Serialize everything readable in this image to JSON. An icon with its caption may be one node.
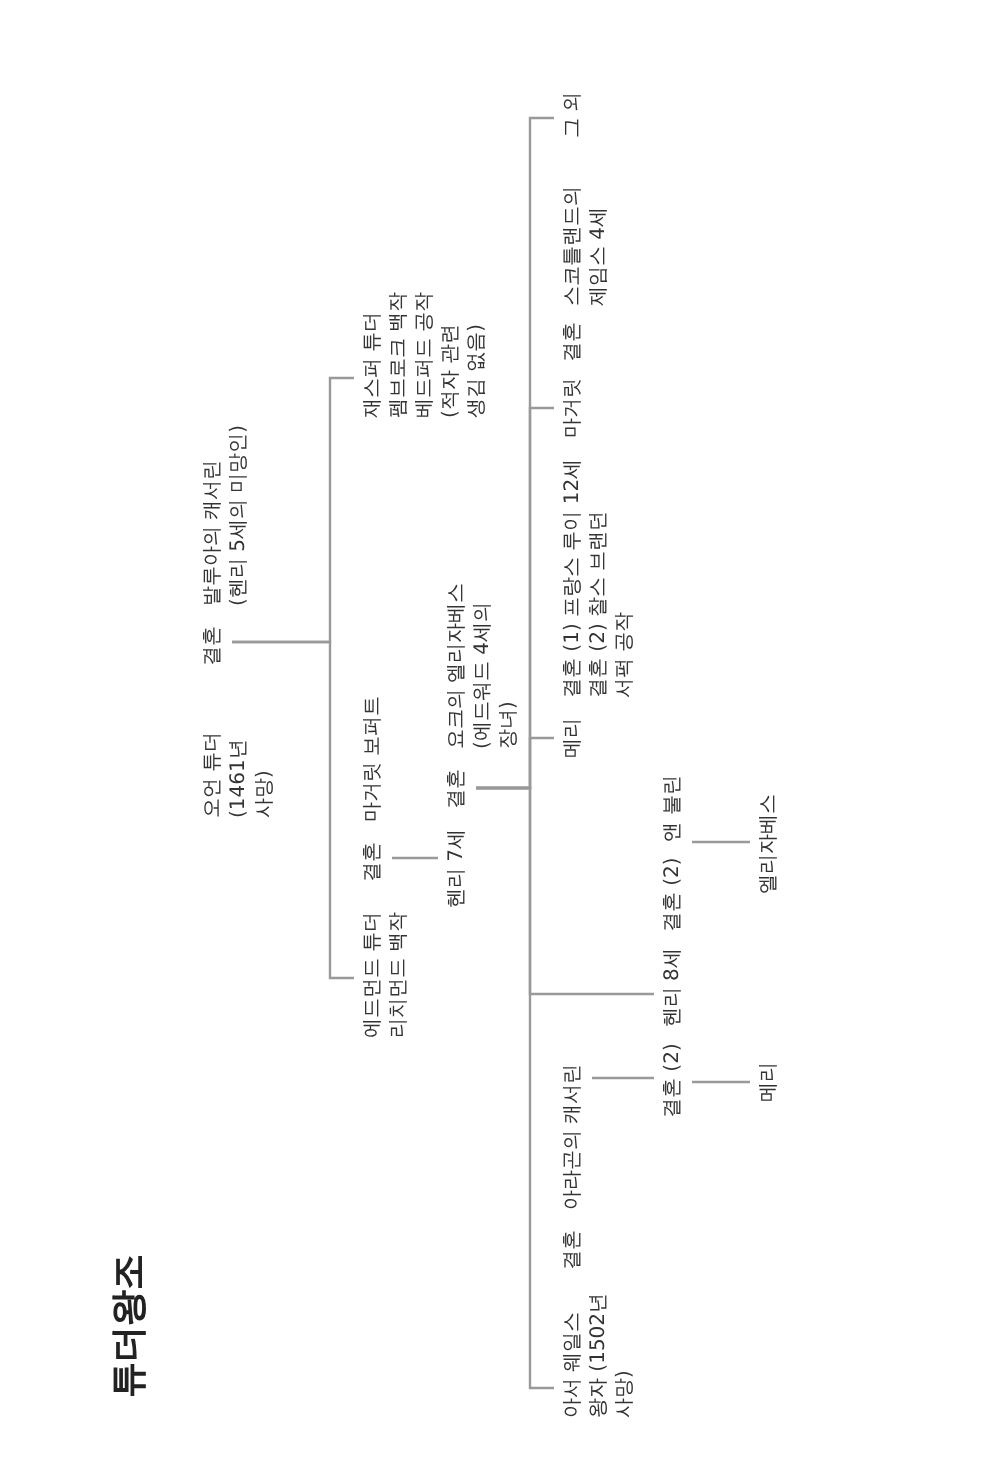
{
  "diagram": {
    "title": "튜더왕조",
    "nodes": [
      {
        "text": [
          "오언 튜더 (1461년 사망)",
          "결혼",
          "발루아의 캐서린 (헨리 5세의 미망인)"
        ]
      },
      {
        "text": [
          "에드먼드 튜더 리치먼드 백작",
          "결혼",
          "마거릿 보퍼트"
        ]
      },
      {
        "text": [
          "재스퍼 튜더 펨브로크 백작 베드퍼드 공작 (적자 관련 생김 없음)"
        ]
      },
      {
        "text": [
          "헨리 7세",
          "결혼",
          "요크의 엘리자베스 (에드워드 4세의 장녀)"
        ]
      },
      {
        "text": [
          "아서 웨일스 왕자 (1502년 사망)",
          "결혼",
          "아라곤의 캐서린"
        ]
      },
      {
        "text": [
          "결혼 (2)",
          "헨리 8세",
          "결혼 (2)",
          "앤 불린"
        ]
      },
      {
        "text": [
          "메리",
          "결혼 (1) 프랑스 루이 12세",
          "결혼 (2) 찰스 브랜던 서퍽 공작"
        ]
      },
      {
        "text": [
          "마거릿",
          "결혼",
          "스코틀랜드의 제임스 4세"
        ]
      },
      {
        "text": [
          "그 외"
        ]
      },
      {
        "text": [
          "메리"
        ]
      },
      {
        "text": [
          "엘리자베스"
        ]
      }
    ],
    "edges": [
      {
        "from": 0,
        "to": 1,
        "arrow": "none"
      },
      {
        "from": 0,
        "to": 2,
        "arrow": "none"
      },
      {
        "from": 1,
        "to": 3,
        "arrow": "none"
      },
      {
        "from": 3,
        "to": 4,
        "arrow": "none"
      },
      {
        "from": 3,
        "to": 5,
        "arrow": "none"
      },
      {
        "from": 3,
        "to": 6,
        "arrow": "none"
      },
      {
        "from": 3,
        "to": 7,
        "arrow": "none"
      },
      {
        "from": 3,
        "to": 8,
        "arrow": "none"
      },
      {
        "from": 4,
        "to": 5,
        "arrow": "none"
      },
      {
        "from": 5,
        "to": 9,
        "arrow": "none"
      },
      {
        "from": 5,
        "to": 10,
        "arrow": "none"
      }
    ]
  }
}
